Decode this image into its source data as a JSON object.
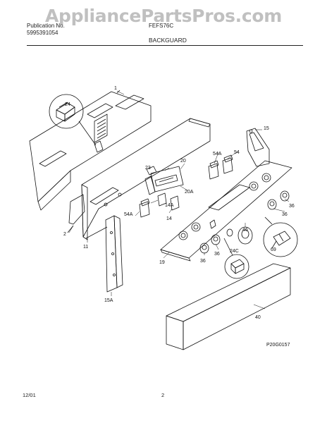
{
  "header": {
    "line1_left": "Publication No.",
    "line2_left": "5995391054",
    "model": "FEFS76C",
    "section": "BACKGUARD"
  },
  "watermark": "AppliancePartsPros.com",
  "callouts": {
    "c1": "1",
    "c2": "2",
    "c11": "11",
    "c14": "14",
    "c14a": "14A",
    "c15": "15",
    "c15a": "15A",
    "c19": "19",
    "c20": "20",
    "c20a": "20A",
    "c23": "23",
    "c24": "24",
    "c24c": "24C",
    "c36a": "36",
    "c36b": "36",
    "c36c": "36",
    "c36d": "36",
    "c40": "40",
    "c46": "46",
    "c54": "54",
    "c54a": "54A",
    "c54b": "54A",
    "c69": "69"
  },
  "diagram_code": "P20G0157",
  "footer": {
    "date": "12/01",
    "page": "2"
  }
}
